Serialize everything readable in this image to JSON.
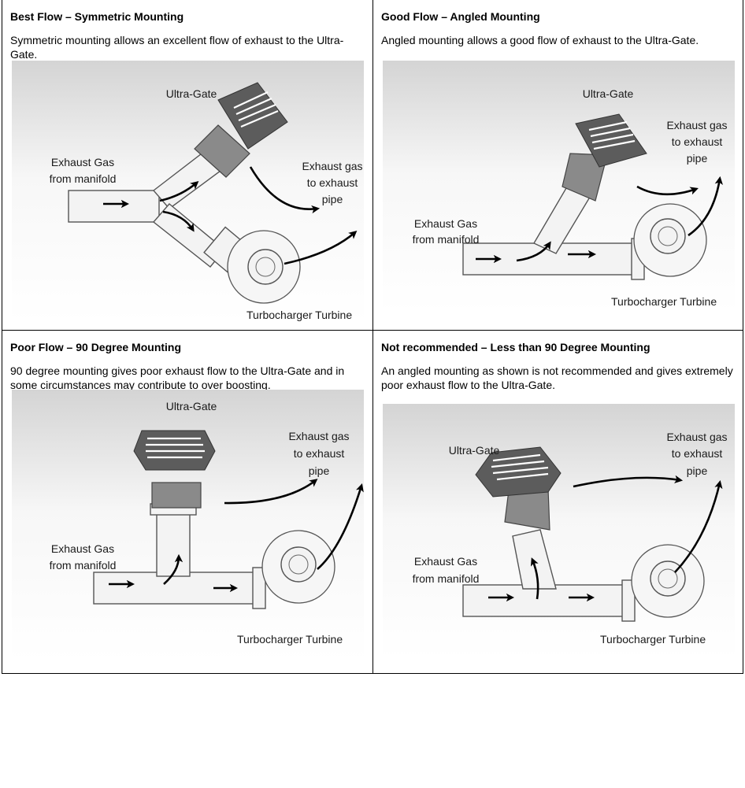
{
  "panels": [
    {
      "title": "Best Flow – Symmetric Mounting",
      "description": "Symmetric mounting allows an excellent flow of exhaust to the Ultra-Gate.",
      "labels": {
        "valve": "Ultra-Gate",
        "inlet_line1": "Exhaust Gas",
        "inlet_line2": "from manifold",
        "outlet_line1": "Exhaust gas",
        "outlet_line2": "to exhaust",
        "outlet_line3": "pipe",
        "turbine": "Turbocharger Turbine"
      }
    },
    {
      "title": "Good Flow – Angled Mounting",
      "description": "Angled mounting allows a good flow of exhaust to the Ultra-Gate.",
      "labels": {
        "valve": "Ultra-Gate",
        "inlet_line1": "Exhaust Gas",
        "inlet_line2": "from manifold",
        "outlet_line1": "Exhaust gas",
        "outlet_line2": "to exhaust",
        "outlet_line3": "pipe",
        "turbine": "Turbocharger Turbine"
      }
    },
    {
      "title": "Poor Flow – 90 Degree Mounting",
      "description": "90 degree mounting gives poor exhaust flow to the Ultra-Gate and in some circumstances may contribute to over boosting.",
      "labels": {
        "valve": "Ultra-Gate",
        "inlet_line1": "Exhaust Gas",
        "inlet_line2": "from manifold",
        "outlet_line1": "Exhaust gas",
        "outlet_line2": "to exhaust",
        "outlet_line3": "pipe",
        "turbine": "Turbocharger Turbine"
      }
    },
    {
      "title": "Not recommended – Less than 90 Degree Mounting",
      "description": "An angled mounting as shown is not recommended and gives extremely poor exhaust flow to the Ultra-Gate.",
      "labels": {
        "valve": "Ultra-Gate",
        "inlet_line1": "Exhaust Gas",
        "inlet_line2": "from manifold",
        "outlet_line1": "Exhaust gas",
        "outlet_line2": "to exhaust",
        "outlet_line3": "pipe",
        "turbine": "Turbocharger Turbine"
      }
    }
  ]
}
